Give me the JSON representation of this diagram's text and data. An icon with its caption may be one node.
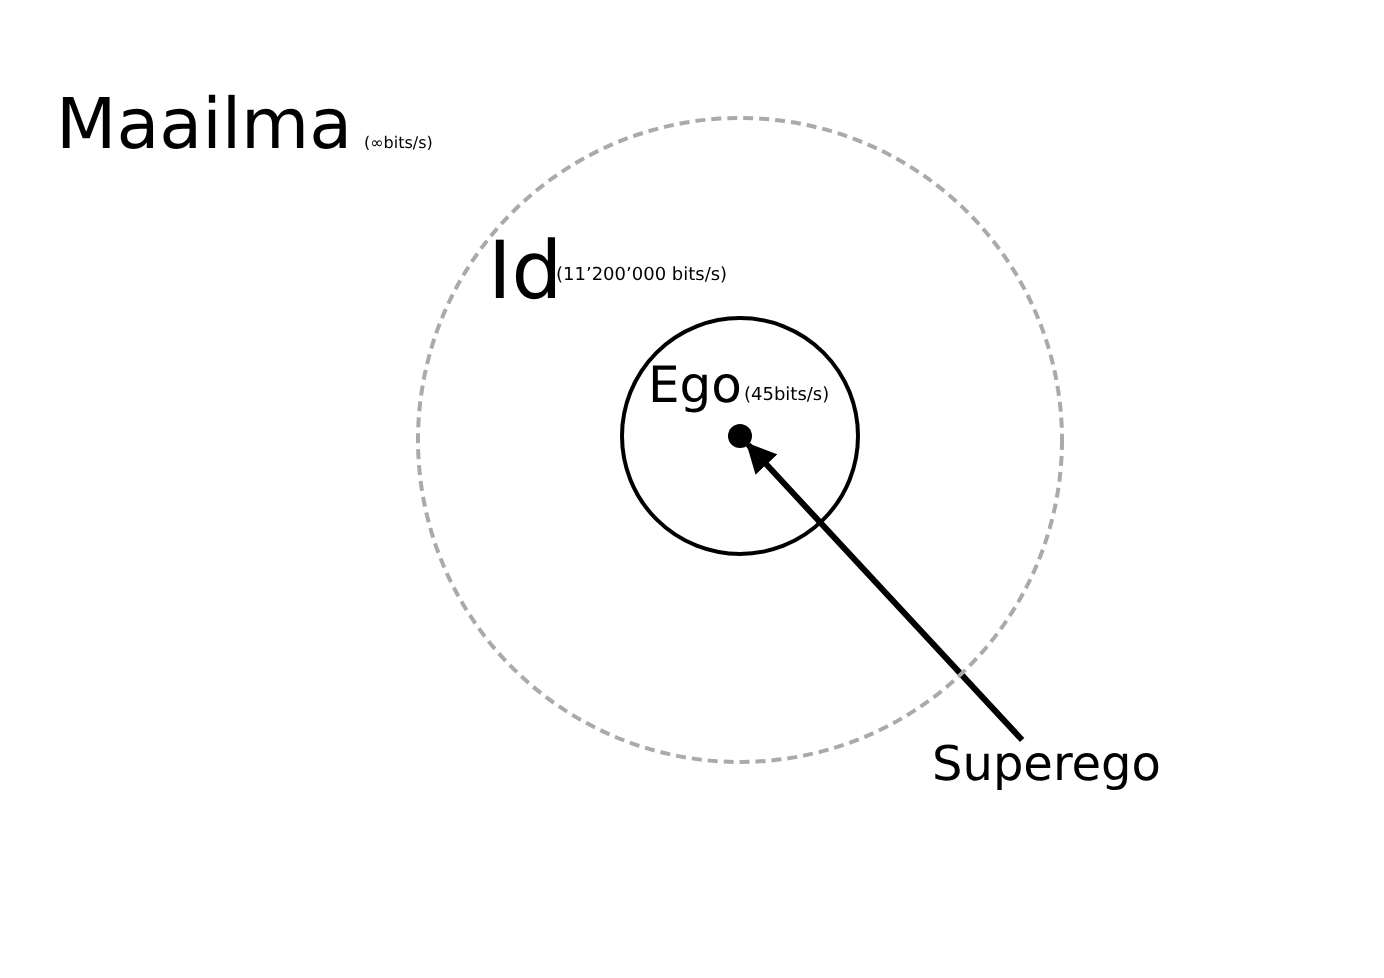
{
  "diagram": {
    "nodes": [
      {
        "text": [
          "Id",
          "(11’200’000 bits/s)"
        ]
      },
      {
        "text": [
          "Ego",
          "(45bits/s)"
        ],
        "in": 0
      },
      {
        "text": [],
        "shape": "circle",
        "in": 1
      },
      {
        "text": [
          "Superego"
        ]
      }
    ],
    "edges": [
      {
        "from": 3,
        "to": 2,
        "arrow": "to"
      }
    ],
    "labels": [
      "Maailma",
      "(∞bits/s)"
    ]
  }
}
